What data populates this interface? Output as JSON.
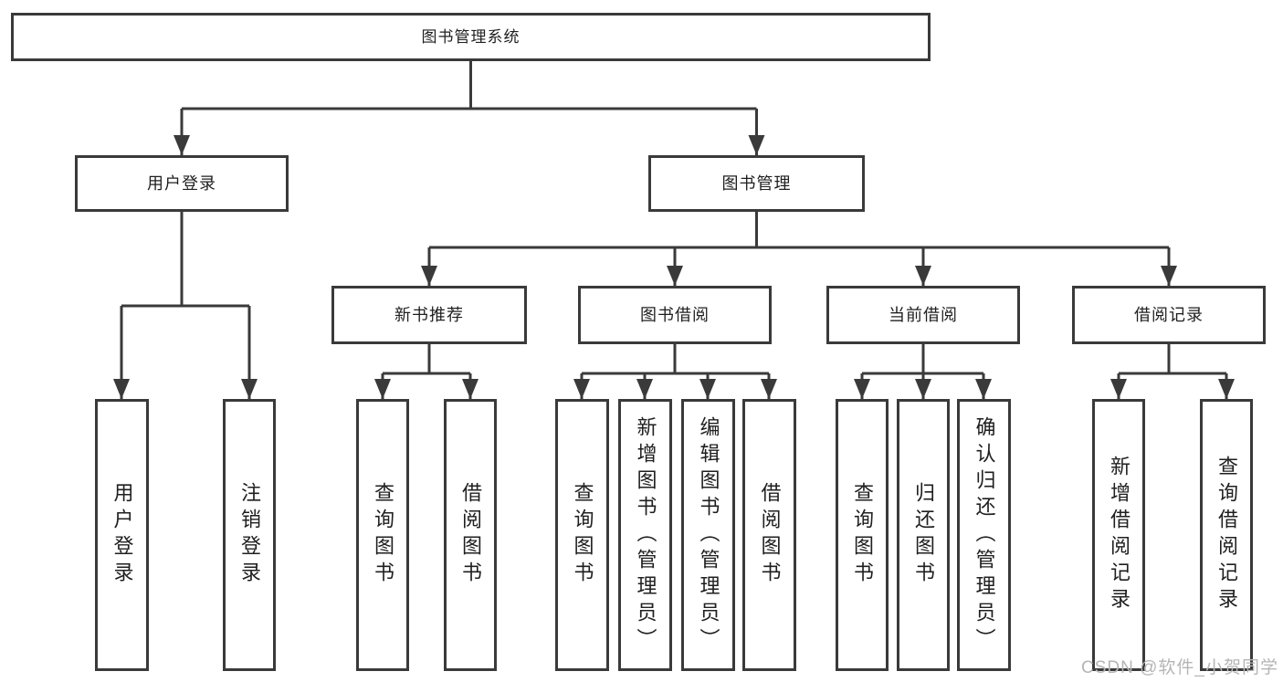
{
  "tree": {
    "root": "图书管理系统",
    "branches": [
      {
        "label": "用户登录",
        "leaves": [
          "用户登录",
          "注销登录"
        ]
      },
      {
        "label": "图书管理",
        "children": [
          {
            "label": "新书推荐",
            "leaves": [
              "查询图书",
              "借阅图书"
            ]
          },
          {
            "label": "图书借阅",
            "leaves": [
              "查询图书",
              "新增图书（管理员）",
              "编辑图书（管理员）",
              "借阅图书"
            ]
          },
          {
            "label": "当前借阅",
            "leaves": [
              "查询图书",
              "归还图书",
              "确认归还（管理员）"
            ]
          },
          {
            "label": "借阅记录",
            "leaves": [
              "新增借阅记录",
              "查询借阅记录"
            ]
          }
        ]
      }
    ]
  },
  "watermark": "CSDN @软件_小贺同学",
  "colors": {
    "line": "#3a3a3a",
    "text": "#1f1f1f",
    "watermark": "#b5b5b5",
    "background": "#ffffff"
  }
}
